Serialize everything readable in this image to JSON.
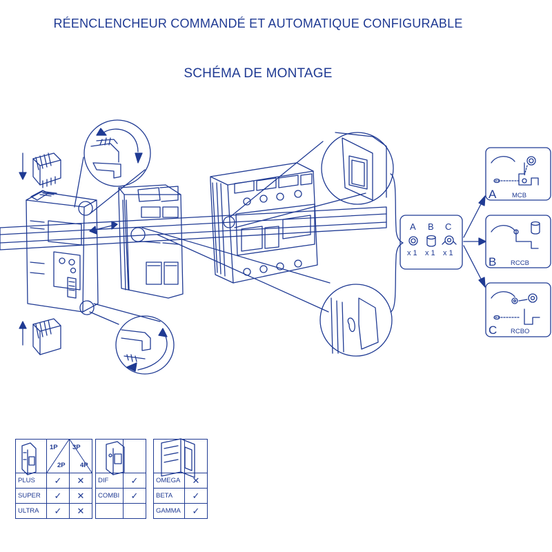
{
  "header": {
    "title": "RÉENCLENCHEUR COMMANDÉ ET AUTOMATIQUE CONFIGURABLE",
    "subtitle": "SCHÉMA DE MONTAGE"
  },
  "accessories": {
    "items": [
      {
        "letter": "A",
        "qty": "x 1"
      },
      {
        "letter": "B",
        "qty": "x 1"
      },
      {
        "letter": "C",
        "qty": "x 1"
      }
    ]
  },
  "variants": [
    {
      "letter": "A",
      "name": "MCB"
    },
    {
      "letter": "B",
      "name": "RCCB"
    },
    {
      "letter": "C",
      "name": "RCBO"
    }
  ],
  "compat": {
    "table1": {
      "headers": [
        "1P",
        "2P",
        "3P",
        "4P"
      ],
      "rows": [
        {
          "name": "PLUS",
          "c1": "✓",
          "c2": "✕"
        },
        {
          "name": "SUPER",
          "c1": "✓",
          "c2": "✕"
        },
        {
          "name": "ULTRA",
          "c1": "✓",
          "c2": "✕"
        }
      ]
    },
    "table2": {
      "rows": [
        {
          "name": "DIF",
          "c1": "✓"
        },
        {
          "name": "COMBI",
          "c1": "✓"
        },
        {
          "name": "",
          "c1": ""
        }
      ]
    },
    "table3": {
      "rows": [
        {
          "name": "OMEGA",
          "c1": "✕"
        },
        {
          "name": "BETA",
          "c1": "✓"
        },
        {
          "name": "GAMMA",
          "c1": "✓"
        }
      ]
    }
  },
  "colors": {
    "line": "#1f3a93",
    "background": "#ffffff"
  }
}
